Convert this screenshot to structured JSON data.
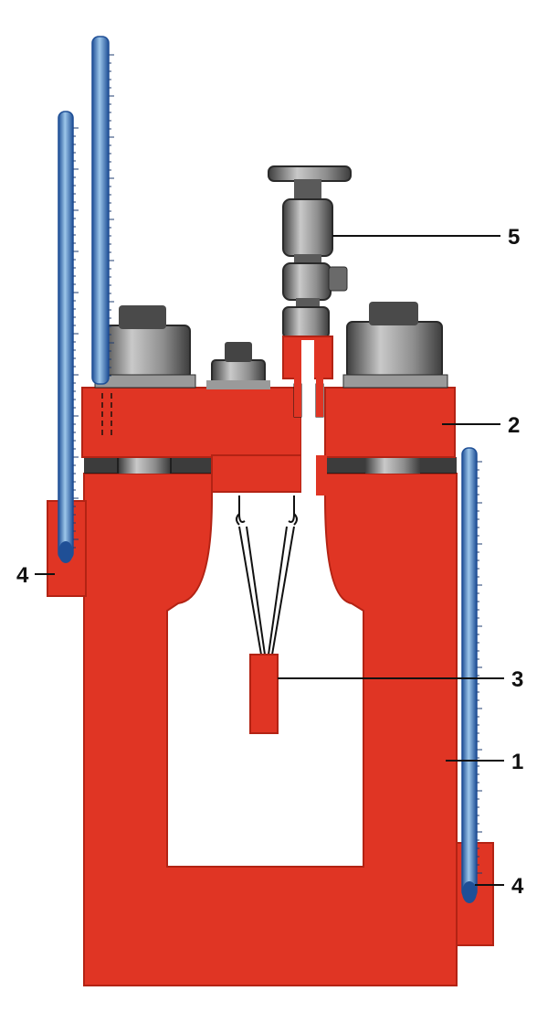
{
  "labels": {
    "frame": "1",
    "top_plate": "2",
    "weight": "3",
    "holder_left": "4",
    "holder_right": "4",
    "valve": "5"
  },
  "colors": {
    "red": "#e03524",
    "red_dark": "#c42718",
    "metal": "#8e8e8e",
    "metal_dark": "#3d3d3d",
    "metal_light": "#c9c9c9",
    "glass": "#6fa6d8",
    "glass_edge": "#1f4f96",
    "label": "#111111",
    "background": "#ffffff"
  }
}
